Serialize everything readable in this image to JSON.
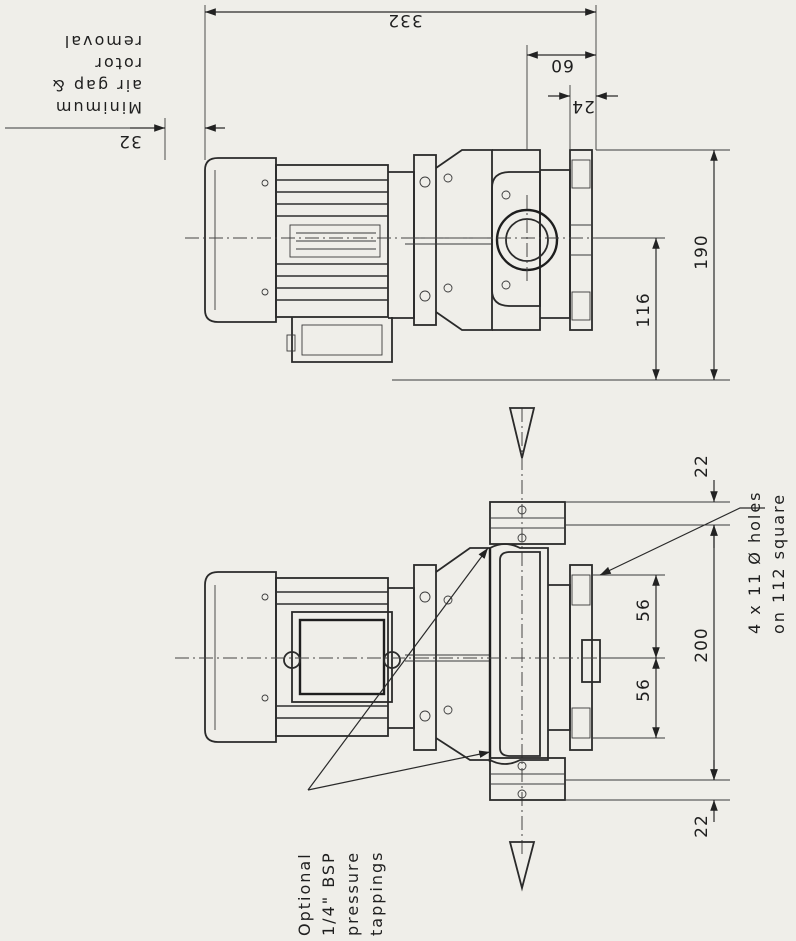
{
  "dimensions": {
    "d332": "332",
    "d60": "60",
    "d24": "24",
    "d32": "32",
    "d190": "190",
    "d116": "116",
    "d22_top": "22",
    "d200": "200",
    "d56_a": "56",
    "d56_b": "56",
    "d22_bottom": "22"
  },
  "notes": {
    "rotor_removal": [
      "Minimum",
      "air gap &",
      "rotor",
      "removal"
    ],
    "holes": [
      "4 x 11 Ø holes",
      "on 112 square"
    ],
    "pressure_tappings": [
      "Optional",
      "1/4\" BSP",
      "pressure",
      "tappings"
    ]
  }
}
